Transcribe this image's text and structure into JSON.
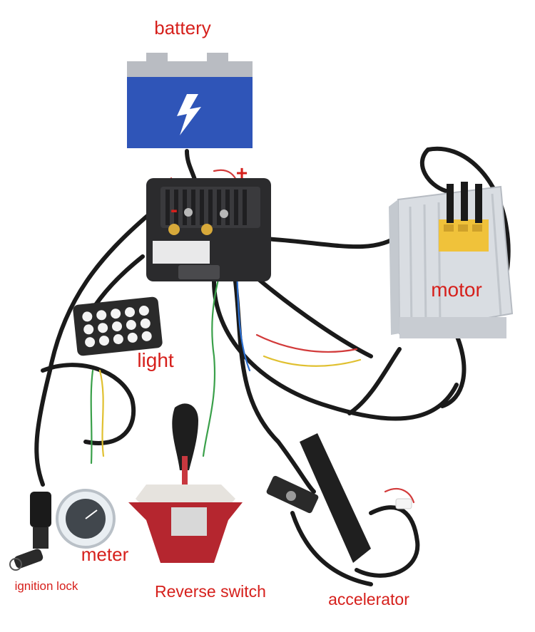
{
  "labels": {
    "battery": "battery",
    "plus": "+",
    "minus": "-",
    "motor": "motor",
    "light": "light",
    "meter": "meter",
    "ignition_lock": "ignition lock",
    "reverse_switch": "Reverse switch",
    "accelerator": "accelerator"
  },
  "colors": {
    "label_red": "#d6201c",
    "battery_blue": "#2f55b8",
    "battery_cap": "#b9bcc2",
    "wire_black": "#1a1a1a",
    "controller_dark": "#2b2b2d",
    "motor_silver": "#d9dde2",
    "motor_terminal_yellow": "#f0c23a",
    "reverse_red": "#b5262f"
  },
  "icons": {
    "battery_symbol": "lightning-bolt-icon"
  }
}
